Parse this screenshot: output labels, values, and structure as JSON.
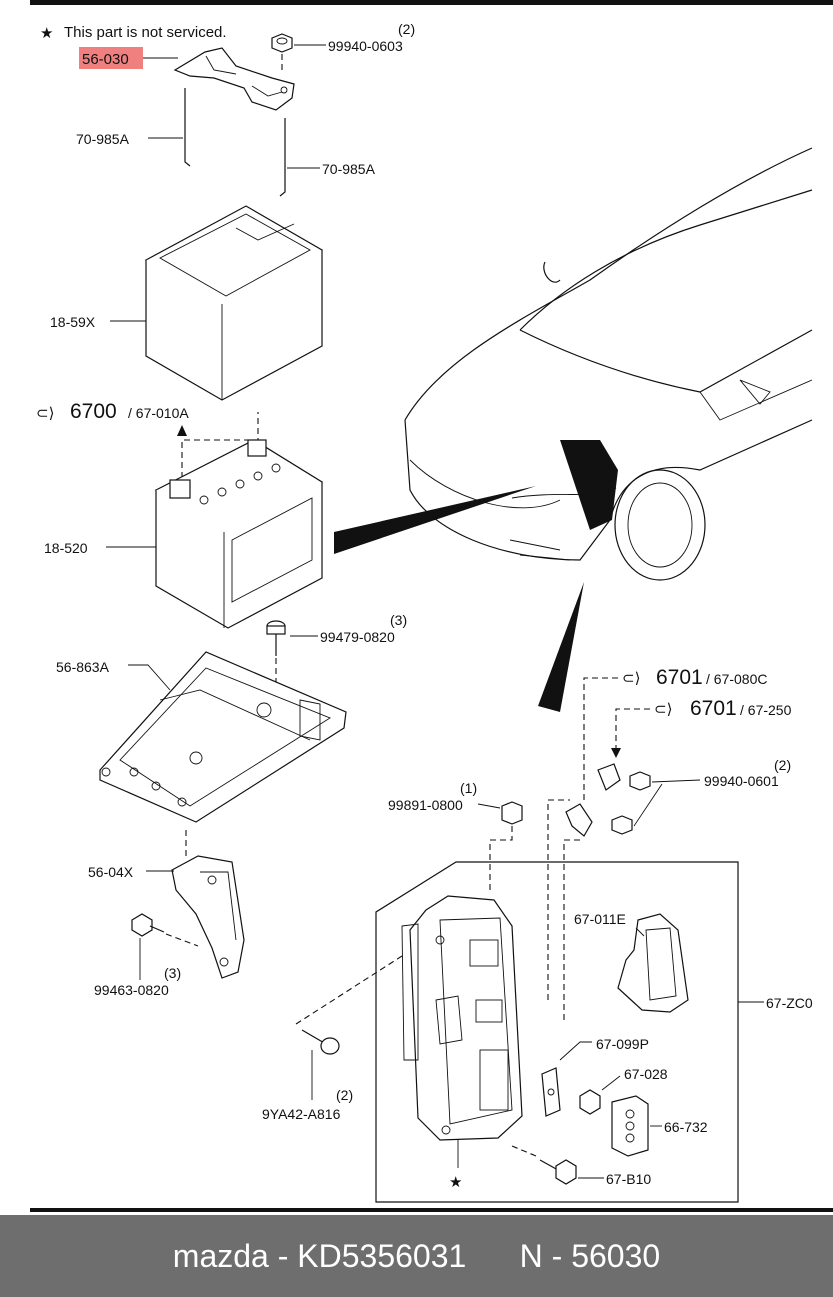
{
  "notice": {
    "star": "★",
    "text": "This part is not serviced."
  },
  "parts": {
    "p56030": "56-030",
    "p99940_0603": "99940-0603",
    "p99940_0603_qty": "(2)",
    "p70985a_left": "70-985A",
    "p70985a_right": "70-985A",
    "p1859x": "18-59X",
    "ref6700_num": "6700",
    "ref6700_sub": "/ 67-010A",
    "p18520": "18-520",
    "p99479_0820": "99479-0820",
    "p99479_0820_qty": "(3)",
    "p56863a": "56-863A",
    "ref6701a_num": "6701",
    "ref6701a_sub": "/ 67-080C",
    "ref6701b_num": "6701",
    "ref6701b_sub": "/ 67-250",
    "p99940_0601": "99940-0601",
    "p99940_0601_qty": "(2)",
    "p99891_0800": "99891-0800",
    "p99891_0800_qty": "(1)",
    "p5604x": "56-04X",
    "p67011e": "67-011E",
    "p67zc0": "67-ZC0",
    "p99463_0820": "99463-0820",
    "p99463_0820_qty": "(3)",
    "p67099p": "67-099P",
    "p67028": "67-028",
    "p9ya42": "9YA42-A816",
    "p9ya42_qty": "(2)",
    "p66732": "66-732",
    "p67b10": "67-B10",
    "star_marker": "★"
  },
  "footer": {
    "brand": "mazda",
    "sep": " - ",
    "part_number": "KD5356031",
    "gap": "      ",
    "ref": "N - 56030"
  },
  "colors": {
    "highlight": "#f08080",
    "footer_bg": "#6e6e6e",
    "ink": "#111111"
  }
}
